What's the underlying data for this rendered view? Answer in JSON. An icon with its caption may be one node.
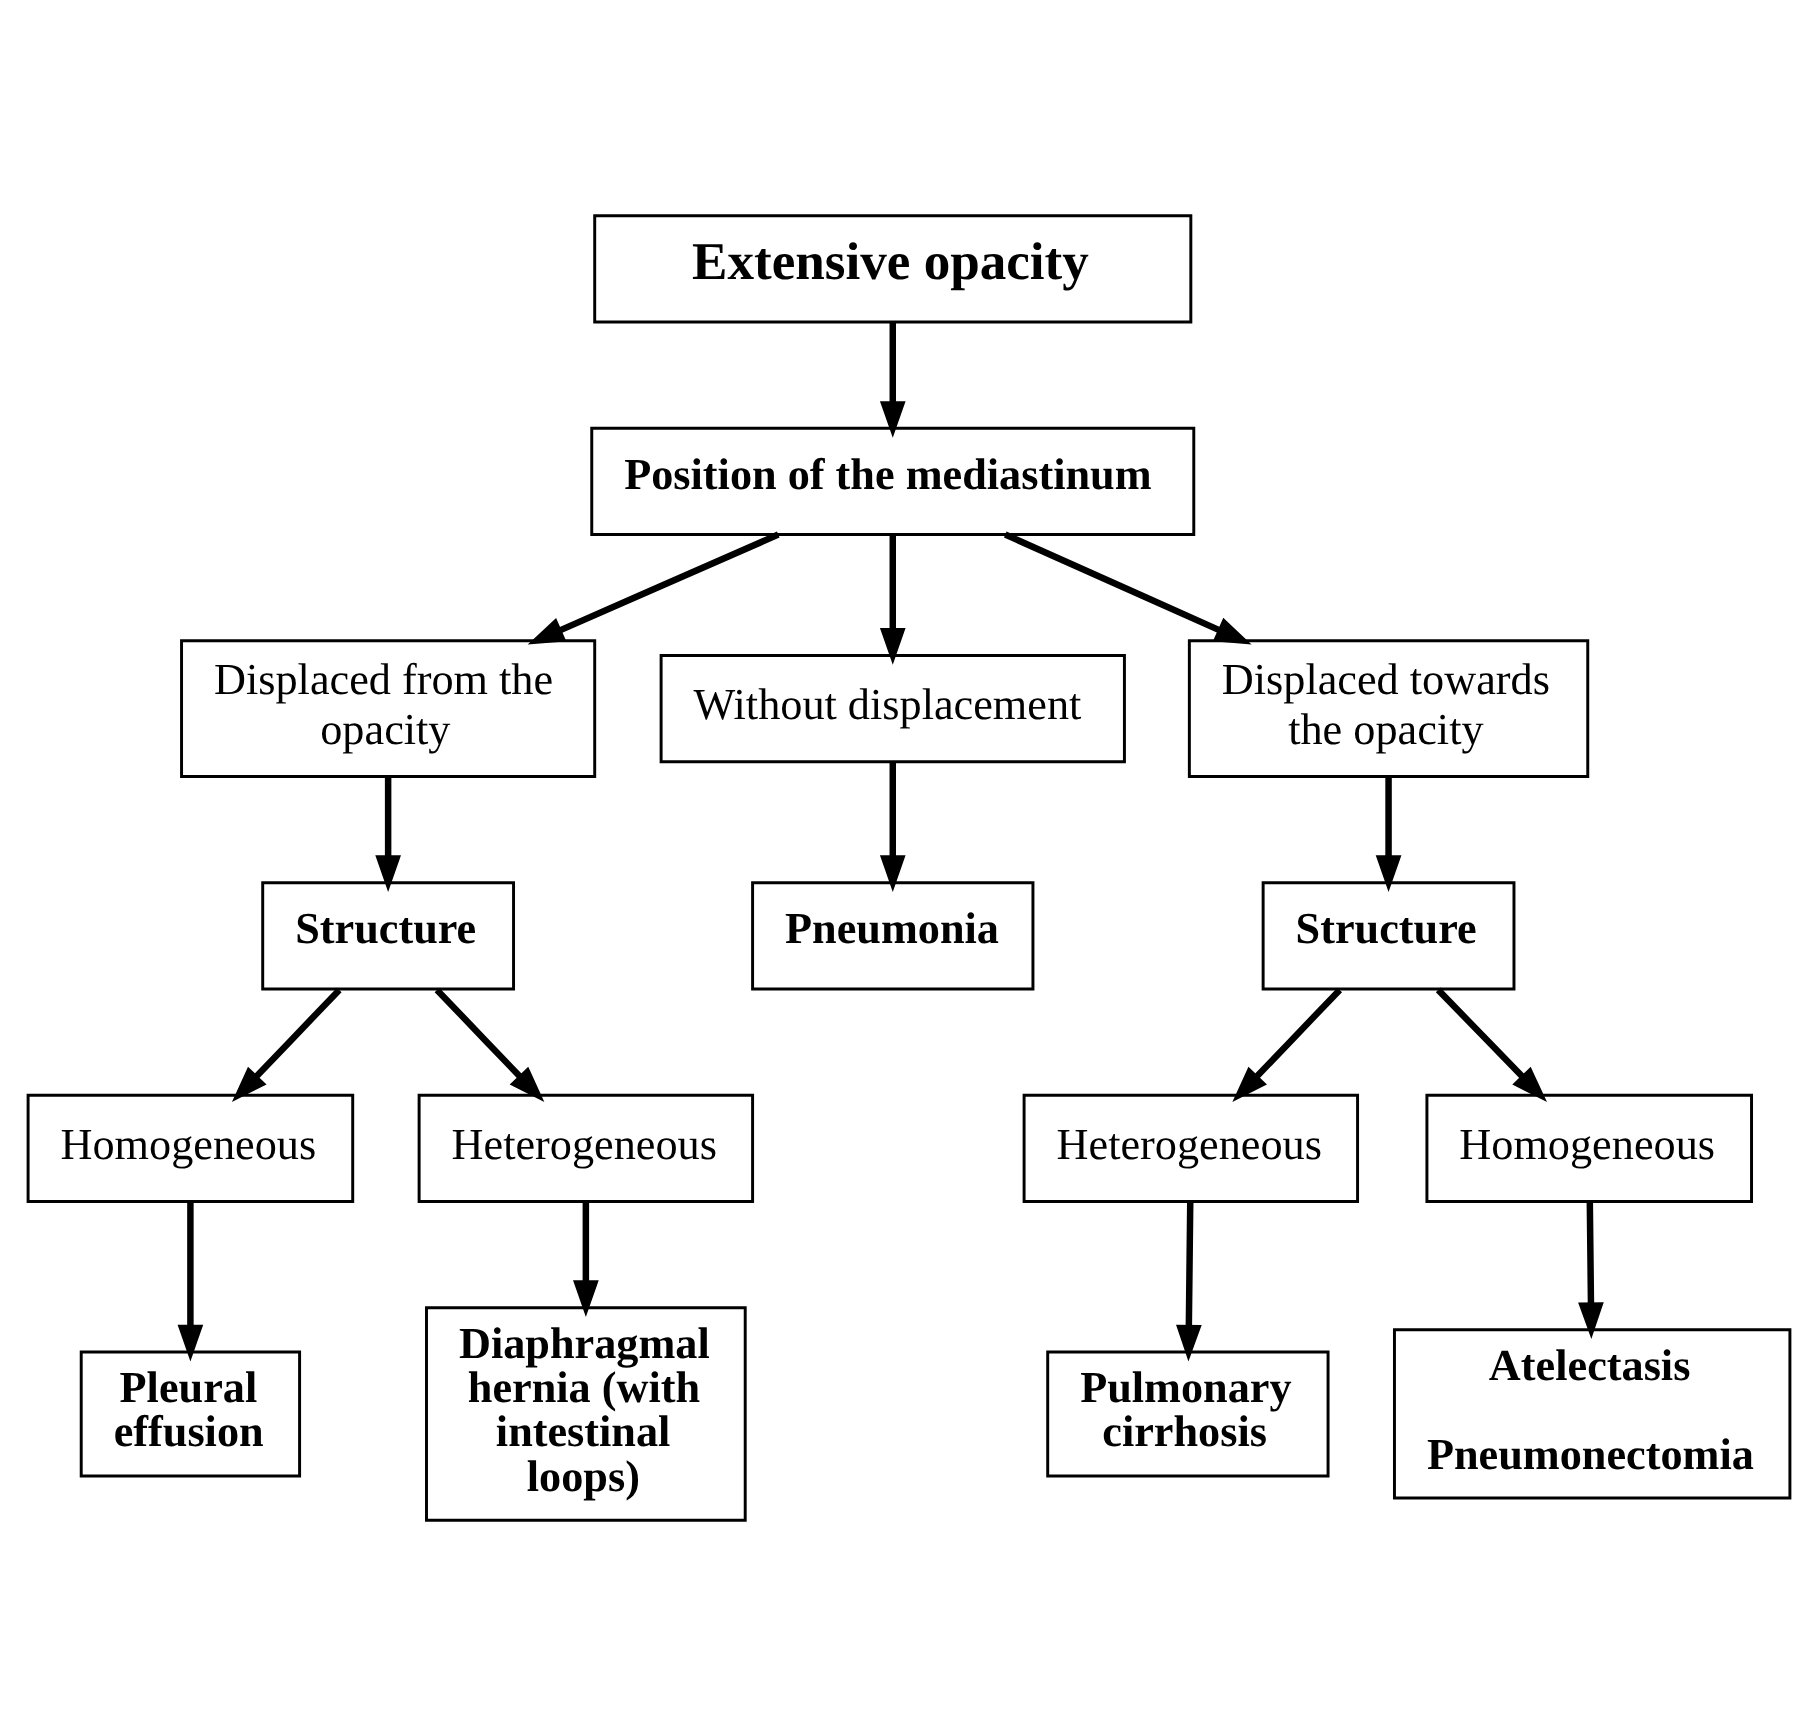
{
  "diagram": {
    "nodes": [
      {
        "text": [
          "Extensive opacity"
        ]
      },
      {
        "text": [
          "Position of the mediastinum"
        ]
      },
      {
        "text": [
          "Displaced from the opacity"
        ]
      },
      {
        "text": [
          "Without displacement"
        ]
      },
      {
        "text": [
          "Displaced towards the opacity"
        ]
      },
      {
        "text": [
          "Structure"
        ]
      },
      {
        "text": [
          "Pneumonia"
        ]
      },
      {
        "text": [
          "Structure"
        ]
      },
      {
        "text": [
          "Homogeneous"
        ]
      },
      {
        "text": [
          "Heterogeneous"
        ]
      },
      {
        "text": [
          "Heterogeneous"
        ]
      },
      {
        "text": [
          "Homogeneous"
        ]
      },
      {
        "text": [
          "Pleural effusion"
        ]
      },
      {
        "text": [
          "Diaphragmal hernia (with intestinal loops)"
        ]
      },
      {
        "text": [
          "Pulmonary cirrhosis"
        ]
      },
      {
        "text": [
          "Atelectasis",
          "Pneumonectomia"
        ]
      }
    ],
    "edges": [
      {
        "from": 0,
        "to": 1,
        "arrow": "to"
      },
      {
        "from": 1,
        "to": 2,
        "arrow": "to"
      },
      {
        "from": 1,
        "to": 3,
        "arrow": "to"
      },
      {
        "from": 1,
        "to": 4,
        "arrow": "to"
      },
      {
        "from": 2,
        "to": 5,
        "arrow": "to"
      },
      {
        "from": 3,
        "to": 6,
        "arrow": "to"
      },
      {
        "from": 4,
        "to": 7,
        "arrow": "to"
      },
      {
        "from": 5,
        "to": 8,
        "arrow": "to"
      },
      {
        "from": 5,
        "to": 9,
        "arrow": "to"
      },
      {
        "from": 7,
        "to": 10,
        "arrow": "to"
      },
      {
        "from": 7,
        "to": 11,
        "arrow": "to"
      },
      {
        "from": 8,
        "to": 12,
        "arrow": "to"
      },
      {
        "from": 9,
        "to": 13,
        "arrow": "to"
      },
      {
        "from": 10,
        "to": 14,
        "arrow": "to"
      },
      {
        "from": 11,
        "to": 15,
        "arrow": "to"
      }
    ]
  }
}
